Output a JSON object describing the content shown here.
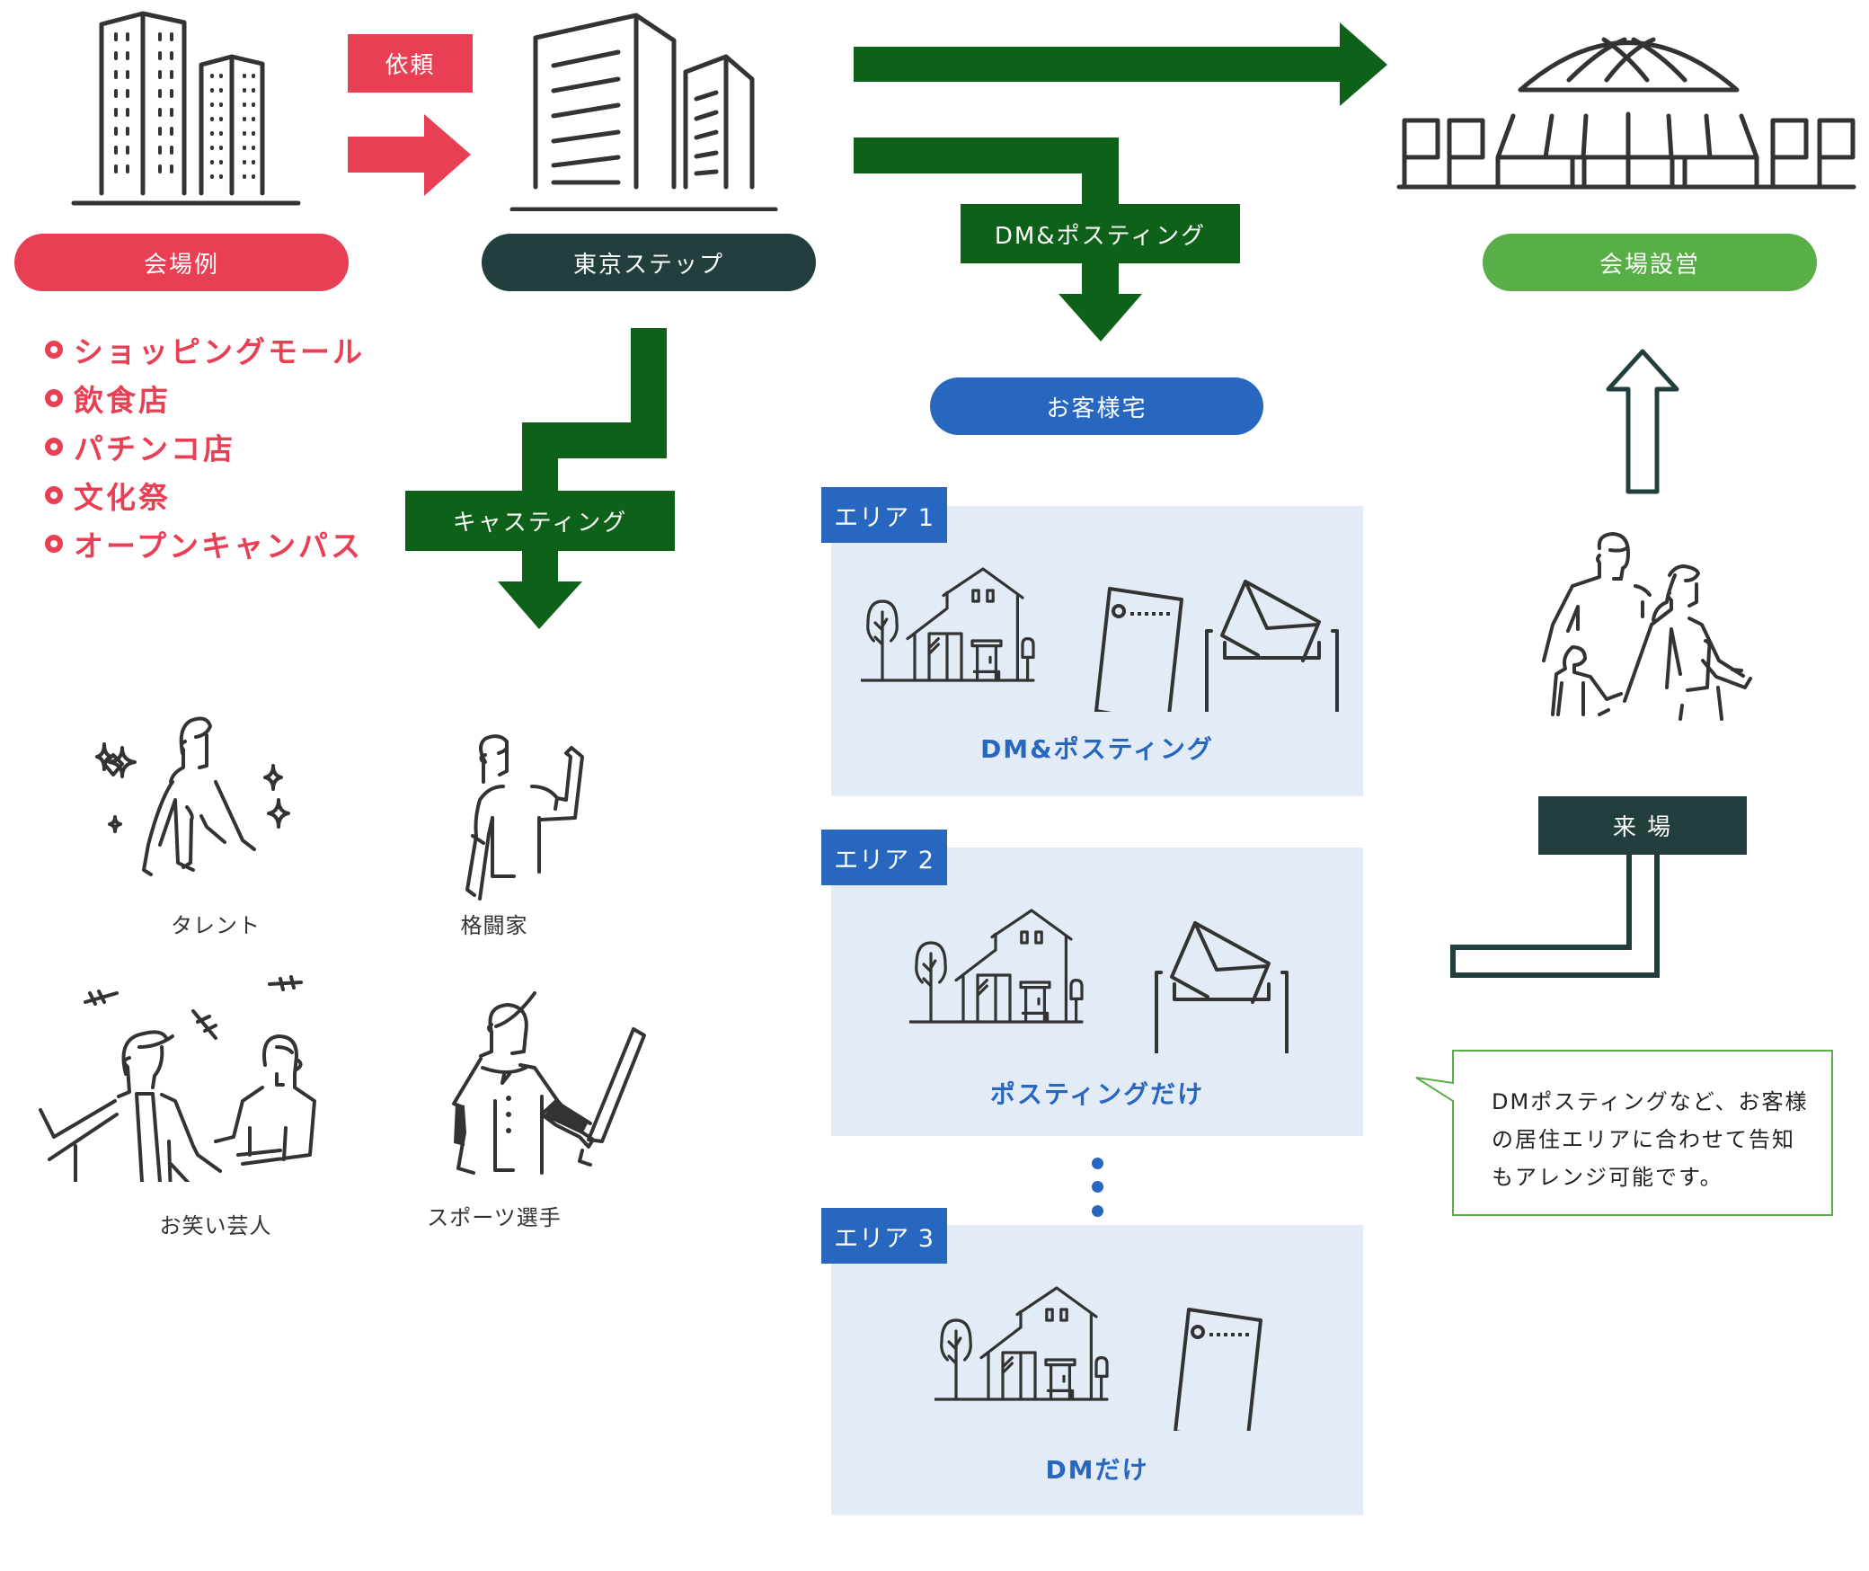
{
  "colors": {
    "red": "#e83f54",
    "dark_teal": "#223f3e",
    "forest_green": "#0e6119",
    "light_green": "#58ae47",
    "blue": "#2767c0",
    "card_bg": "#e3ebf6",
    "line_art": "#333333"
  },
  "venue_examples": {
    "label": "会場例",
    "items": [
      "ショッピングモール",
      "飲食店",
      "パチンコ店",
      "文化祭",
      "オープンキャンパス"
    ]
  },
  "request_arrow": {
    "label": "依頼"
  },
  "tokyo_step": {
    "label": "東京ステップ"
  },
  "casting_arrow": {
    "label": "キャスティング"
  },
  "cast_types": [
    {
      "label": "タレント",
      "icon": "talent-icon"
    },
    {
      "label": "格闘家",
      "icon": "fighter-icon"
    },
    {
      "label": "お笑い芸人",
      "icon": "comedian-icon"
    },
    {
      "label": "スポーツ選手",
      "icon": "athlete-icon"
    }
  ],
  "dm_arrow": {
    "label": "DM&ポスティング"
  },
  "customer_home": {
    "label": "お客様宅"
  },
  "areas": [
    {
      "tag": "エリア 1",
      "label": "DM&ポスティング",
      "icons": [
        "house-icon",
        "flyer-icon",
        "mailbox-icon"
      ]
    },
    {
      "tag": "エリア 2",
      "label": "ポスティングだけ",
      "icons": [
        "house-icon",
        "mailbox-icon"
      ]
    },
    {
      "tag": "エリア 3",
      "label": "DMだけ",
      "icons": [
        "house-icon",
        "flyer-icon"
      ]
    }
  ],
  "venue_setup": {
    "label": "会場設営"
  },
  "visit": {
    "label": "来 場"
  },
  "note": {
    "lines": [
      "DMポスティングなど、お客様",
      "の居住エリアに合わせて告知",
      "もアレンジ可能です。"
    ]
  }
}
